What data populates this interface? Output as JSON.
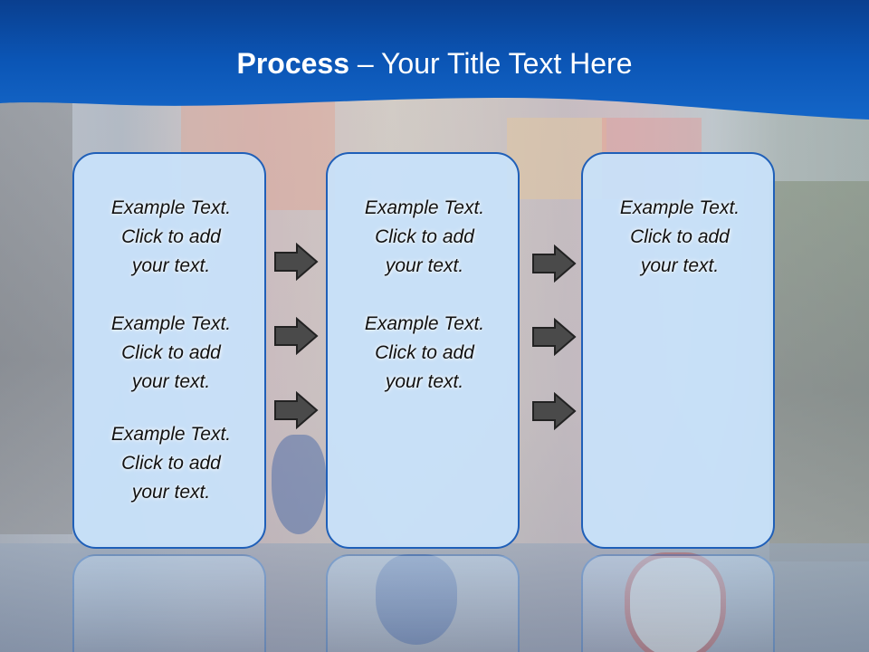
{
  "title": {
    "bold": "Process",
    "rest": "  – Your Title Text Here"
  },
  "columns": [
    {
      "items": [
        {
          "line1": "Example Text.",
          "line2": "Click  to add",
          "line3": "your text."
        },
        {
          "line1": "Example Text.",
          "line2": "Click  to add",
          "line3": "your text."
        },
        {
          "line1": "Example Text.",
          "line2": "Click  to add",
          "line3": "your text."
        }
      ]
    },
    {
      "items": [
        {
          "line1": "Example Text.",
          "line2": "Click  to add",
          "line3": "your text."
        },
        {
          "line1": "Example Text.",
          "line2": "Click  to add",
          "line3": "your text."
        }
      ]
    },
    {
      "items": [
        {
          "line1": "Example Text.",
          "line2": "Click  to add",
          "line3": "your text."
        }
      ]
    }
  ],
  "arrows": {
    "icon": "right-arrow-icon",
    "color": "#4a4a4a",
    "outline": "#2b2b2b"
  },
  "colors": {
    "title_band": "#0c56b8",
    "box_border": "#1f5fb8",
    "box_fill": "#c8e1fa"
  }
}
